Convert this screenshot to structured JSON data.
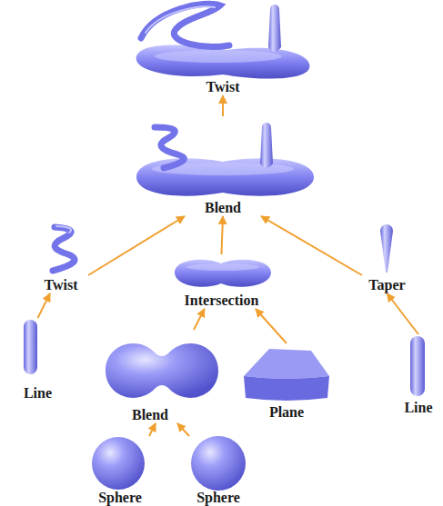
{
  "diagram": {
    "nodes": [
      {
        "text": [
          "Twist"
        ]
      },
      {
        "text": [
          "Blend"
        ]
      },
      {
        "text": [
          "Twist"
        ]
      },
      {
        "text": [
          "Intersection"
        ]
      },
      {
        "text": [
          "Taper"
        ]
      },
      {
        "text": [
          "Line"
        ]
      },
      {
        "text": [
          "Blend"
        ]
      },
      {
        "text": [
          "Plane"
        ]
      },
      {
        "text": [
          "Line"
        ]
      },
      {
        "text": [
          "Sphere"
        ]
      },
      {
        "text": [
          "Sphere"
        ]
      }
    ],
    "edges": [
      {
        "from": 1,
        "to": 0,
        "arrow": "to"
      },
      {
        "from": 2,
        "to": 1,
        "arrow": "to"
      },
      {
        "from": 3,
        "to": 1,
        "arrow": "to"
      },
      {
        "from": 4,
        "to": 1,
        "arrow": "to"
      },
      {
        "from": 5,
        "to": 2,
        "arrow": "to"
      },
      {
        "from": 6,
        "to": 3,
        "arrow": "to"
      },
      {
        "from": 7,
        "to": 3,
        "arrow": "to"
      },
      {
        "from": 8,
        "to": 4,
        "arrow": "to"
      },
      {
        "from": 9,
        "to": 6,
        "arrow": "to"
      },
      {
        "from": 10,
        "to": 6,
        "arrow": "to"
      }
    ]
  }
}
